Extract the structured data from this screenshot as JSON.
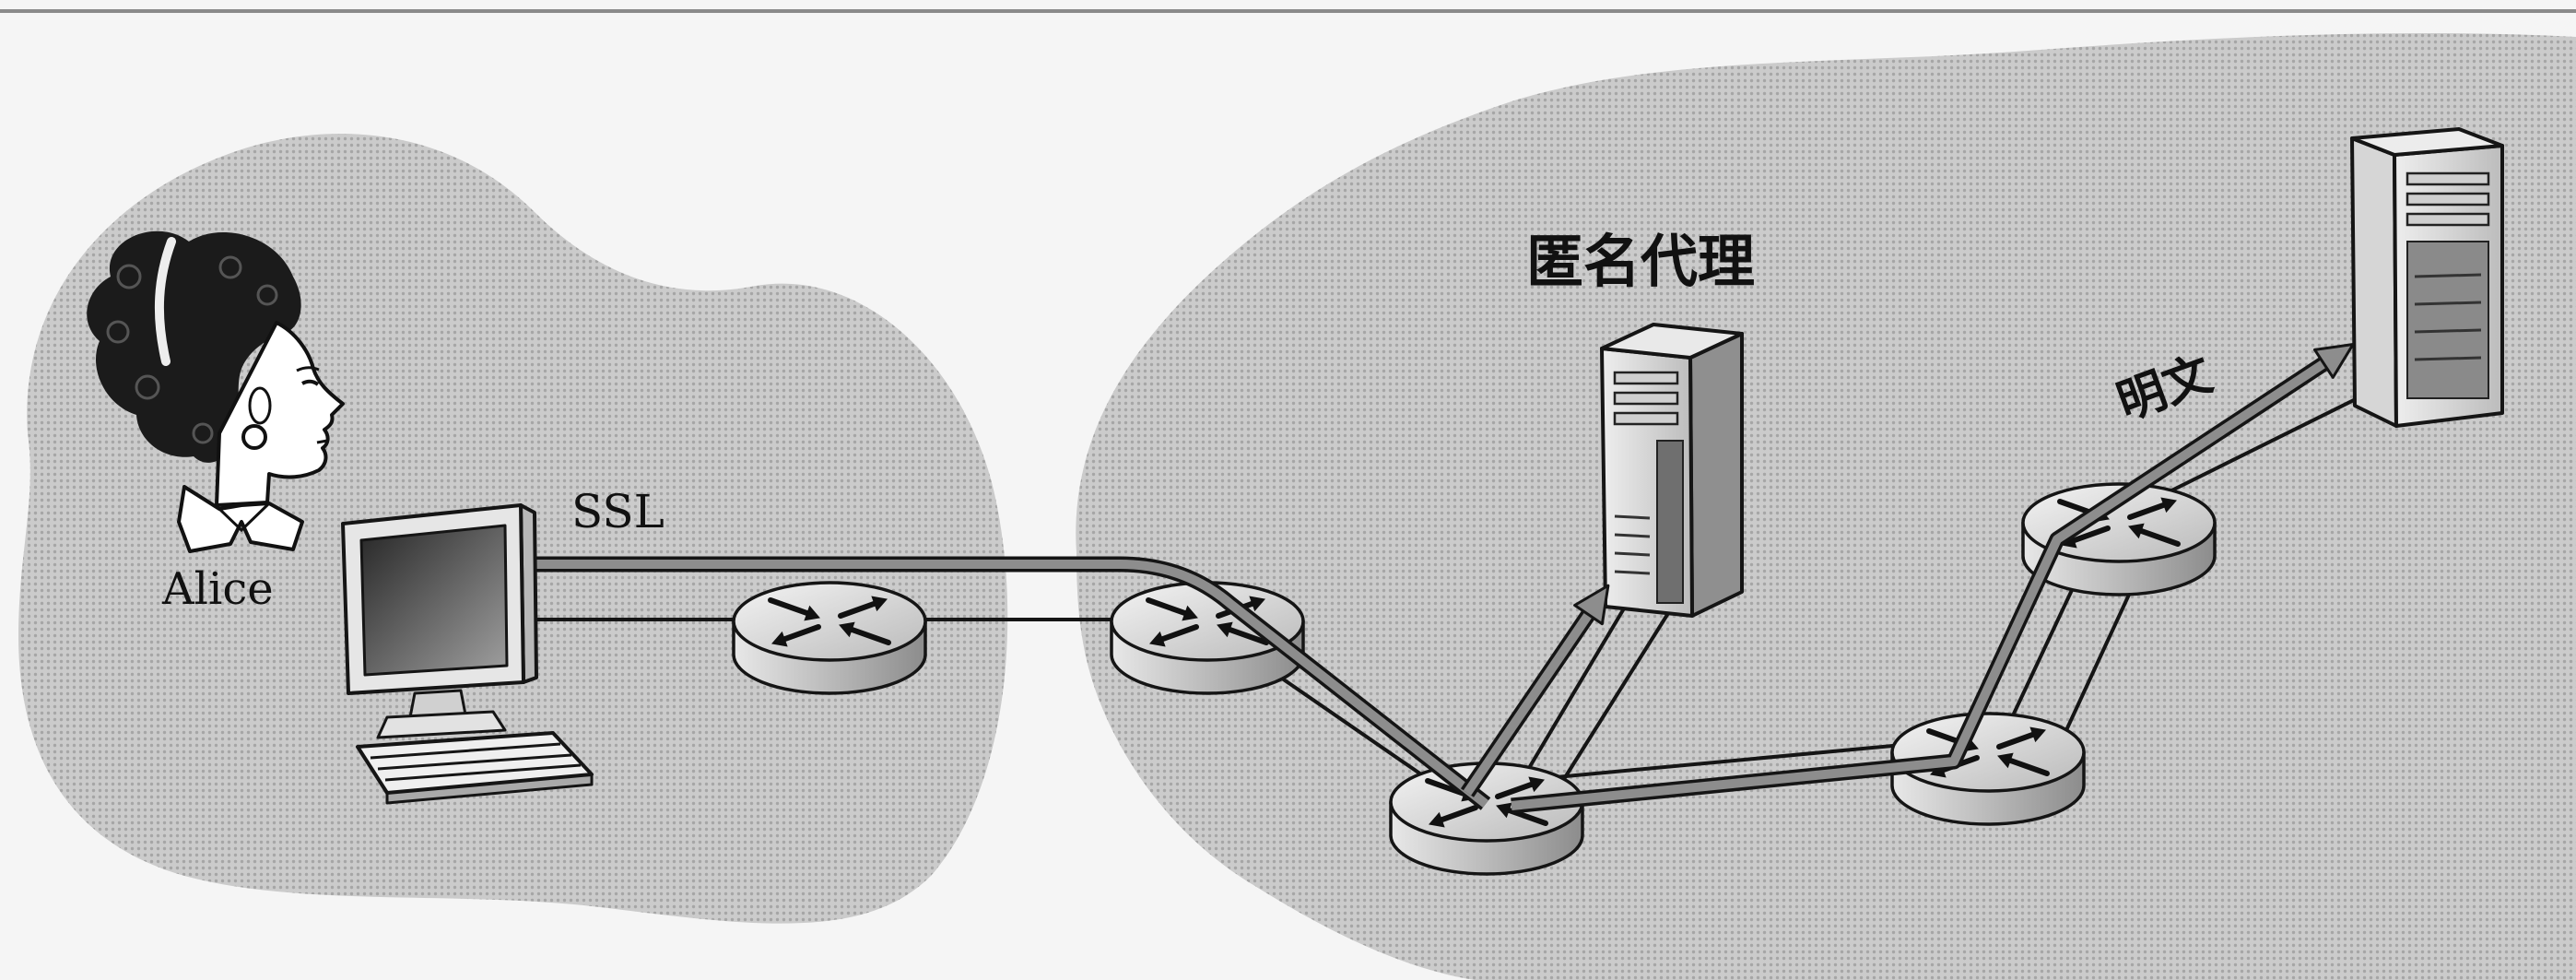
{
  "labels": {
    "user": "Alice",
    "ssl": "SSL",
    "proxy": "匿名代理",
    "plaintext": "明文"
  },
  "colors": {
    "background": "#f5f5f5",
    "network_cloud": "#cbcbcb",
    "cloud_halftone": "#a6a6a6",
    "highlighted_path": "#8d8d8d",
    "ink": "#151515"
  }
}
